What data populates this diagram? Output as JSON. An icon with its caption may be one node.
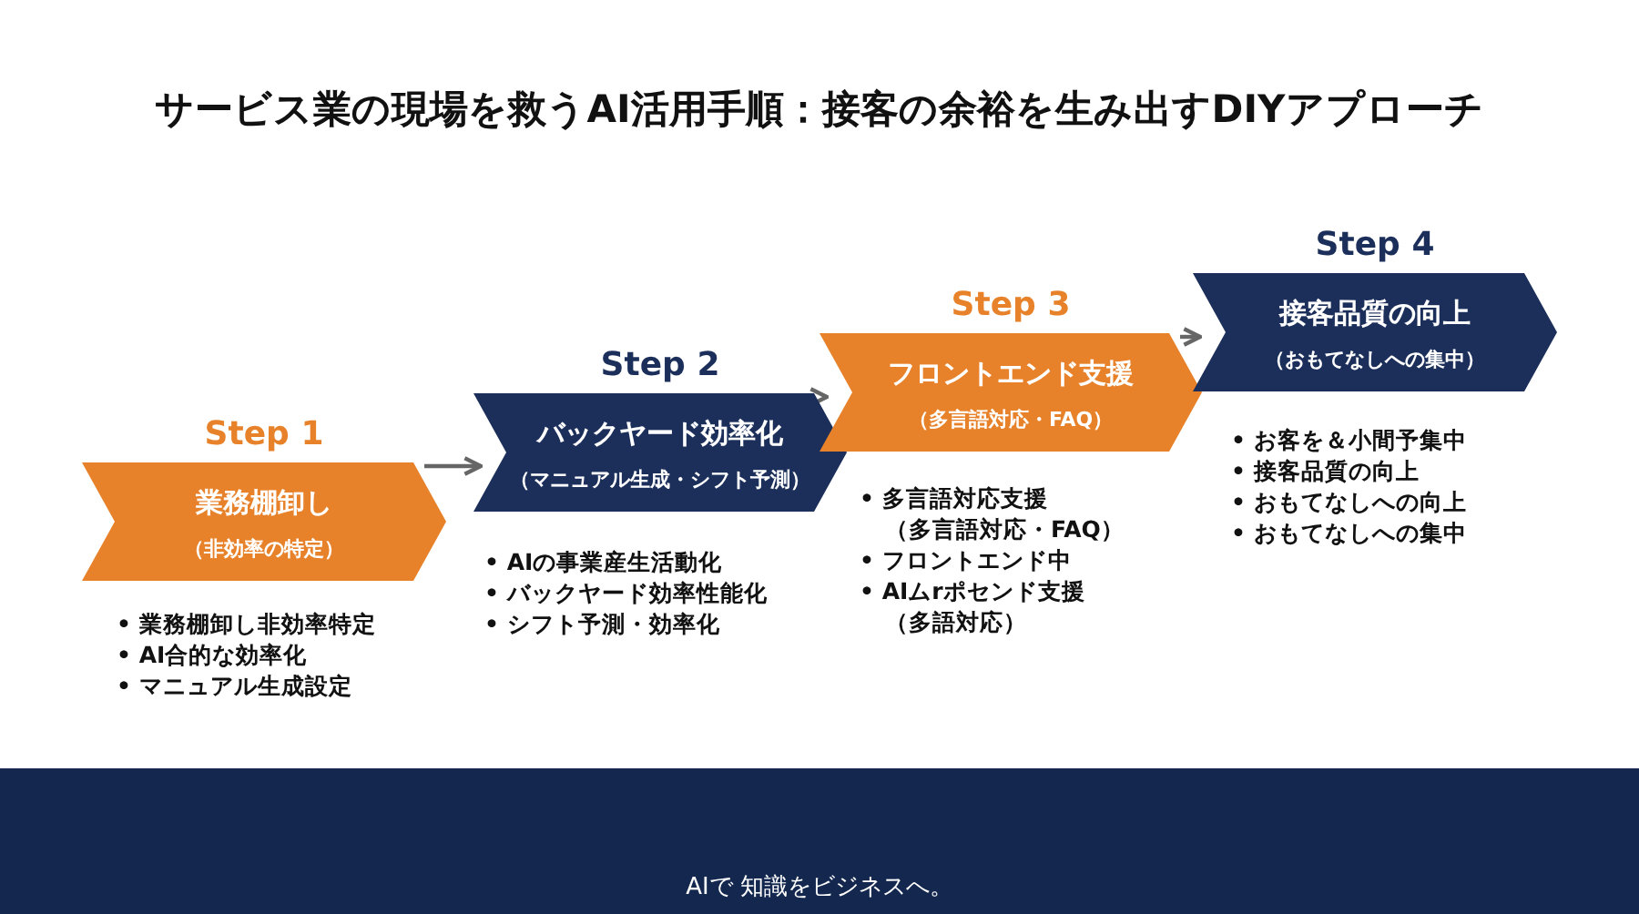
{
  "diagram": {
    "title": "サービス業の現場を救うAI活用手順：接客の余裕を生み出すDIYアプローチ",
    "nodes": [
      {
        "text": [
          "Step 1",
          "業務棚卸し",
          "（非効率の特定）"
        ],
        "beside": [
          "• 業務棚卸し非効率特定",
          "• AI合的な効率化",
          "• マニュアル生成設定"
        ]
      },
      {
        "text": [
          "Step 2",
          "バックヤード効率化",
          "（マニュアル生成・シフト予測）"
        ],
        "beside": [
          "• AIの事業産生活動化",
          "• バックヤード効率性能化",
          "• シフト予測・効率化"
        ]
      },
      {
        "text": [
          "Step 3",
          "フロントエンド支援",
          "（多言語対応・FAQ）"
        ],
        "beside": [
          "• 多言語対応支援（多言語対応・FAQ）",
          "• フロントエンド中",
          "• AIムrポセンド支援（多語対応）"
        ]
      },
      {
        "text": [
          "Step 4",
          "接客品質の向上",
          "（おもてなしへの集中）"
        ],
        "beside": [
          "• お客を＆小間予集中",
          "• 接客品質の向上",
          "• おもてなしへの向上",
          "• おもてなしへの集中"
        ]
      }
    ],
    "edges": [
      {
        "from": 0,
        "to": 1,
        "arrow": "to"
      },
      {
        "from": 1,
        "to": 2,
        "arrow": "to"
      },
      {
        "from": 2,
        "to": 3,
        "arrow": "to"
      }
    ],
    "labels": [
      "AIで 知識をビジネスへ。"
    ]
  }
}
